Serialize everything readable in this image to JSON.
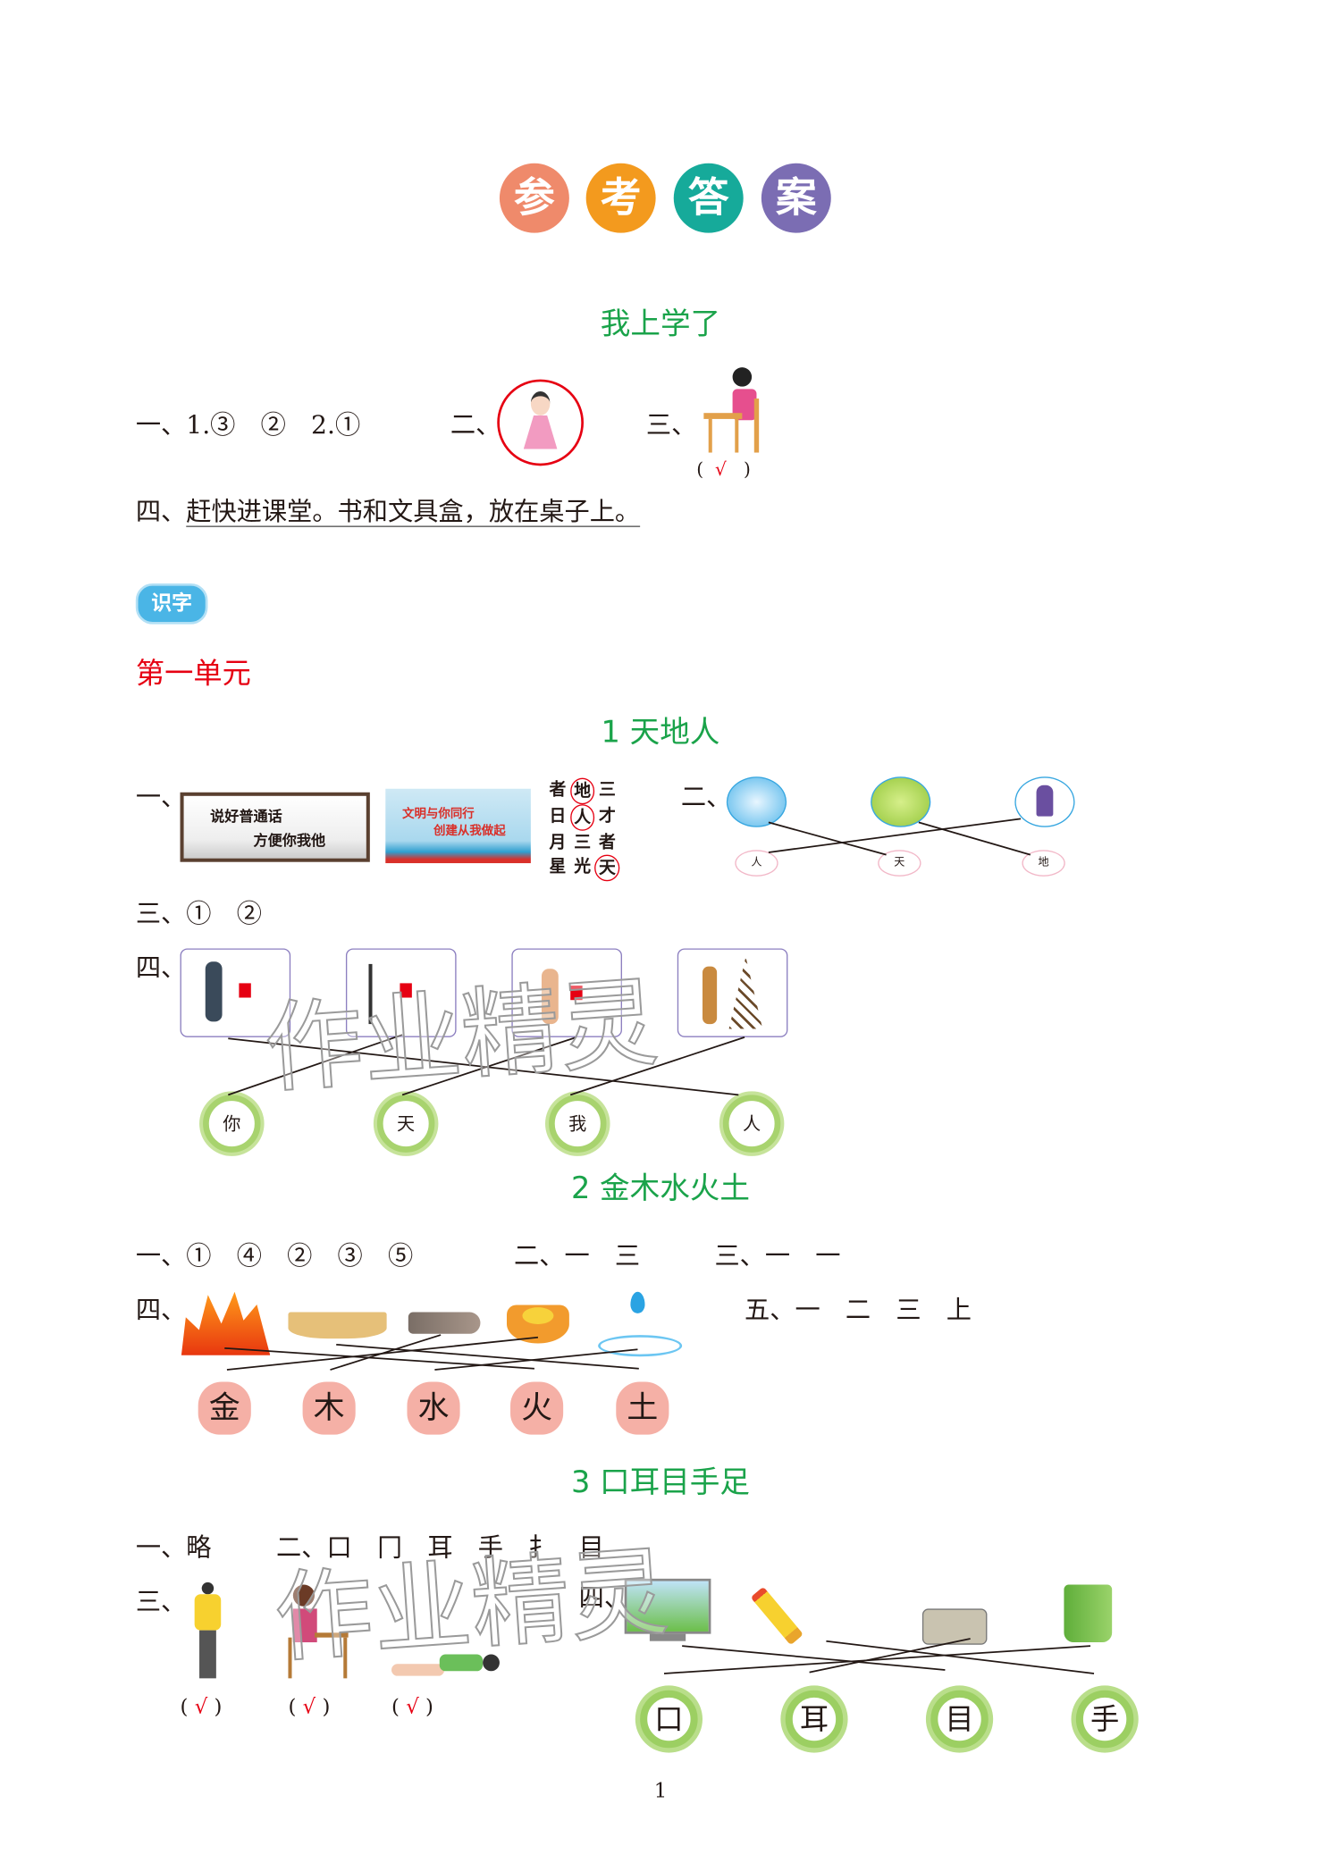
{
  "header": {
    "title_chars": [
      "参",
      "考",
      "答",
      "案"
    ],
    "title_colors": [
      "#ef8a6b",
      "#f39a1e",
      "#16aa9a",
      "#7b6db3"
    ]
  },
  "intro": {
    "title": "我上学了",
    "q1": "一、1.③　②　2.①",
    "q2": "二、",
    "q3": "三、",
    "q3_check": "√",
    "q4_label": "四、",
    "q4_text": "赶快进课堂。书和文具盒，放在桌子上。"
  },
  "section": {
    "badge": "识字",
    "unit": "第一单元"
  },
  "lesson1": {
    "title": "1  天地人",
    "q1": "一、",
    "q1_img1": [
      "说好普通话",
      "方便你我他"
    ],
    "q1_img2": [
      "文明与你同行",
      "创建从我做起"
    ],
    "q1_grid": [
      [
        "者",
        "地",
        "三"
      ],
      [
        "日",
        "人",
        "才"
      ],
      [
        "月",
        "三",
        "者"
      ],
      [
        "星",
        "光",
        "天"
      ]
    ],
    "q2": "二、",
    "q2_bubbles": [
      "人",
      "天",
      "地"
    ],
    "q3": "三、①　②",
    "q4": "四、",
    "q4_flowers": [
      "你",
      "天",
      "我",
      "人"
    ]
  },
  "lesson2": {
    "title": "2  金木水火土",
    "q1": "一、①　④　②　③　⑤",
    "q2": "二、一　三",
    "q3": "三、一　一",
    "q4": "四、",
    "q5": "五、一　二　三　上",
    "flowers": [
      "金",
      "木",
      "水",
      "火",
      "土"
    ]
  },
  "lesson3": {
    "title": "3  口耳目手足",
    "q1": "一、略",
    "q2": "二、口　冂　耳　手　扌　目",
    "q3": "三、",
    "q3_checks": [
      "√",
      "√",
      "√"
    ],
    "q4": "四、",
    "flowers": [
      "口",
      "耳",
      "目",
      "手"
    ]
  },
  "watermark": "作业精灵",
  "footer": {
    "page_number": "1"
  }
}
